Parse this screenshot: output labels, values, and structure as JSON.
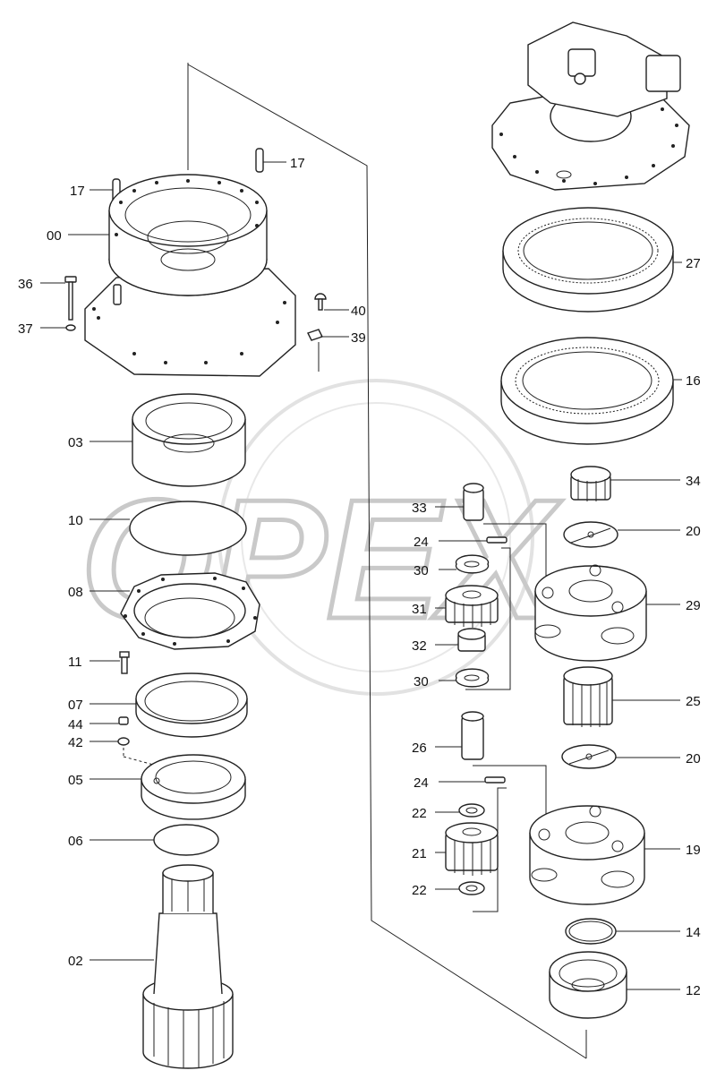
{
  "watermark": "OPEX",
  "labels": {
    "l17a": "17",
    "l17b": "17",
    "l00": "00",
    "l36": "36",
    "l37": "37",
    "l40": "40",
    "l39": "39",
    "l03": "03",
    "l10": "10",
    "l08": "08",
    "l11": "11",
    "l07": "07",
    "l44": "44",
    "l42": "42",
    "l05": "05",
    "l06": "06",
    "l02": "02",
    "l27": "27",
    "l16": "16",
    "l34": "34",
    "l33": "33",
    "l20a": "20",
    "l24a": "24",
    "l30a": "30",
    "l29": "29",
    "l31": "31",
    "l32": "32",
    "l30b": "30",
    "l25": "25",
    "l26": "26",
    "l20b": "20",
    "l24b": "24",
    "l22a": "22",
    "l19": "19",
    "l21": "21",
    "l22b": "22",
    "l14": "14",
    "l12": "12"
  }
}
